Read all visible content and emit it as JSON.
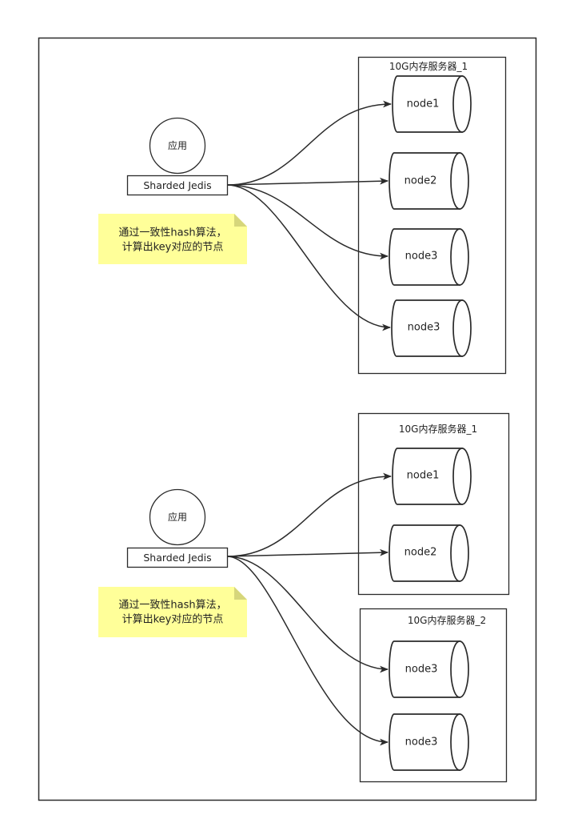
{
  "diagram": {
    "sections": [
      {
        "app": {
          "label": "应用"
        },
        "client": {
          "label": "Sharded Jedis"
        },
        "note": {
          "lines": [
            "通过一致性hash算法，",
            "计算出key对应的节点"
          ]
        },
        "servers": [
          {
            "label": "10G内存服务器_1",
            "nodes": [
              {
                "label": "node1"
              },
              {
                "label": "node2"
              },
              {
                "label": "node3"
              },
              {
                "label": "node3"
              }
            ]
          }
        ]
      },
      {
        "app": {
          "label": "应用"
        },
        "client": {
          "label": "Sharded Jedis"
        },
        "note": {
          "lines": [
            "通过一致性hash算法，",
            "计算出key对应的节点"
          ]
        },
        "servers": [
          {
            "label": "10G内存服务器_1",
            "nodes": [
              {
                "label": "node1"
              },
              {
                "label": "node2"
              }
            ]
          },
          {
            "label": "10G内存服务器_2",
            "nodes": [
              {
                "label": "node3"
              },
              {
                "label": "node3"
              }
            ]
          }
        ]
      }
    ]
  },
  "colors": {
    "stroke": "#2b2b2b",
    "note_fill": "#ffff99",
    "note_fold": "#d6d67b",
    "background": "#ffffff"
  }
}
